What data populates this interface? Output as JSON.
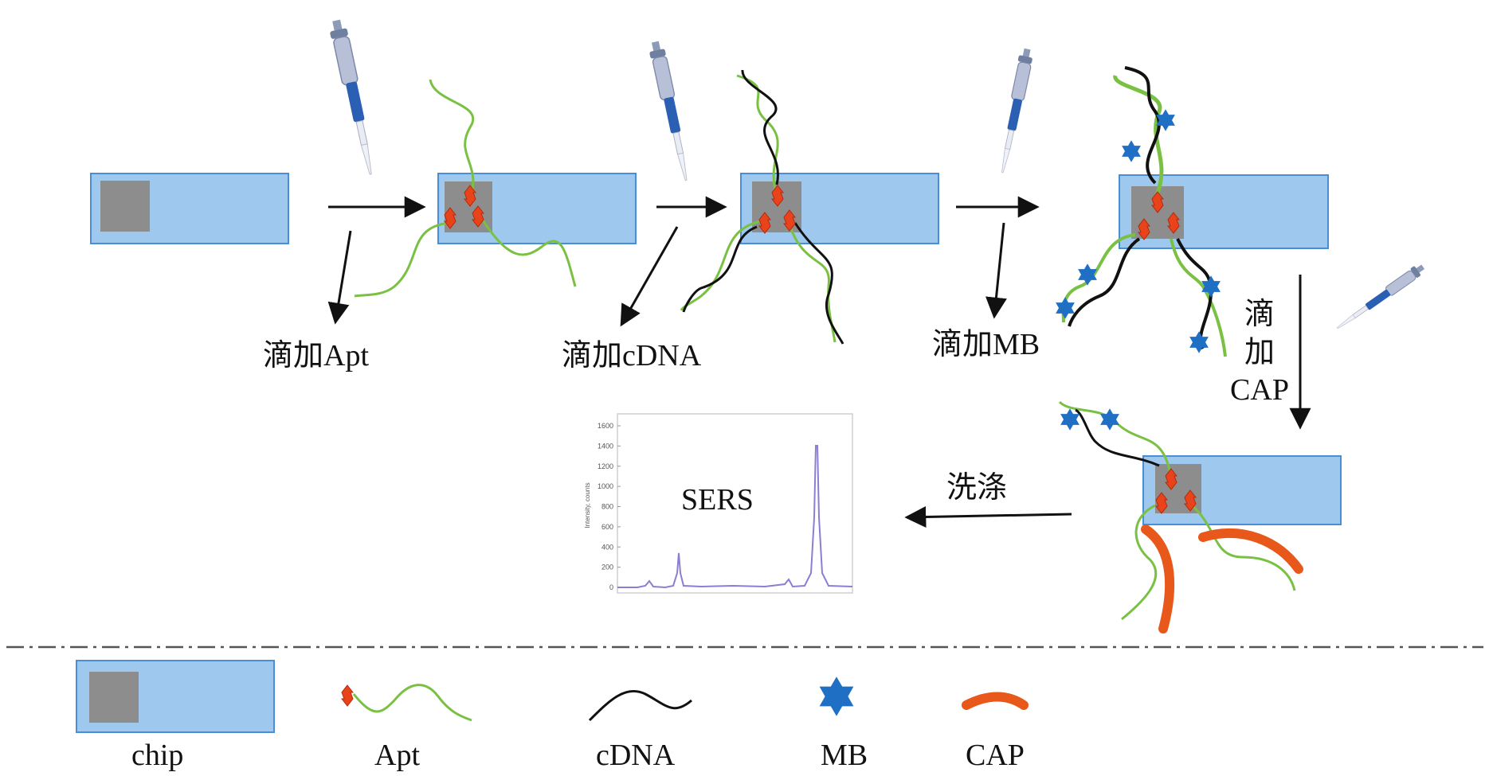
{
  "steps": {
    "add_apt": "滴加Apt",
    "add_cdna": "滴加cDNA",
    "add_mb": "滴加MB",
    "add_cap": [
      "滴",
      "加",
      "CAP"
    ],
    "wash": "洗涤"
  },
  "sers": {
    "label": "SERS",
    "ylabel": "Intensity, counts",
    "ticks": [
      "0",
      "200",
      "400",
      "600",
      "800",
      "1000",
      "1200",
      "1400",
      "1600"
    ]
  },
  "legend": {
    "chip": "chip",
    "apt": "Apt",
    "cdna": "cDNA",
    "mb": "MB",
    "cap": "CAP"
  },
  "colors": {
    "chip_fill": "#9fc8ee",
    "chip_border": "#4a8fd6",
    "pad_fill": "#8d8d8d",
    "aptamer": "#7ac143",
    "cdna": "#111111",
    "mb": "#1f6fc4",
    "cap": "#e8581a",
    "target_dot": "#e8431a",
    "spectrum": "#8a7fd0",
    "divider": "#555555"
  },
  "icons": {
    "pipette": "pipette-icon",
    "mb": "star-of-david-icon",
    "cap": "arc-icon"
  }
}
